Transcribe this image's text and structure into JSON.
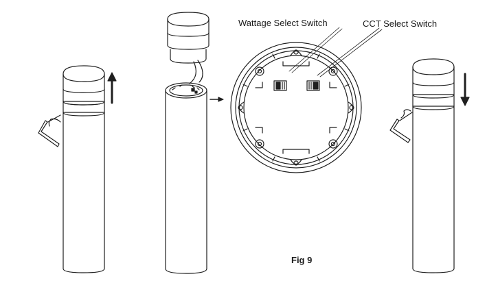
{
  "labels": {
    "wattage_select_switch": "Wattage Select Switch",
    "cct_select_switch": "CCT Select Switch",
    "figure_caption": "Fig 9"
  },
  "colors": {
    "line": "#1f1f1f",
    "background": "#ffffff",
    "shading": "#d9d9d9"
  },
  "steps": [
    {
      "arrow": "up"
    },
    {
      "arrow": "right"
    },
    {
      "arrow": "none"
    },
    {
      "arrow": "down"
    }
  ]
}
